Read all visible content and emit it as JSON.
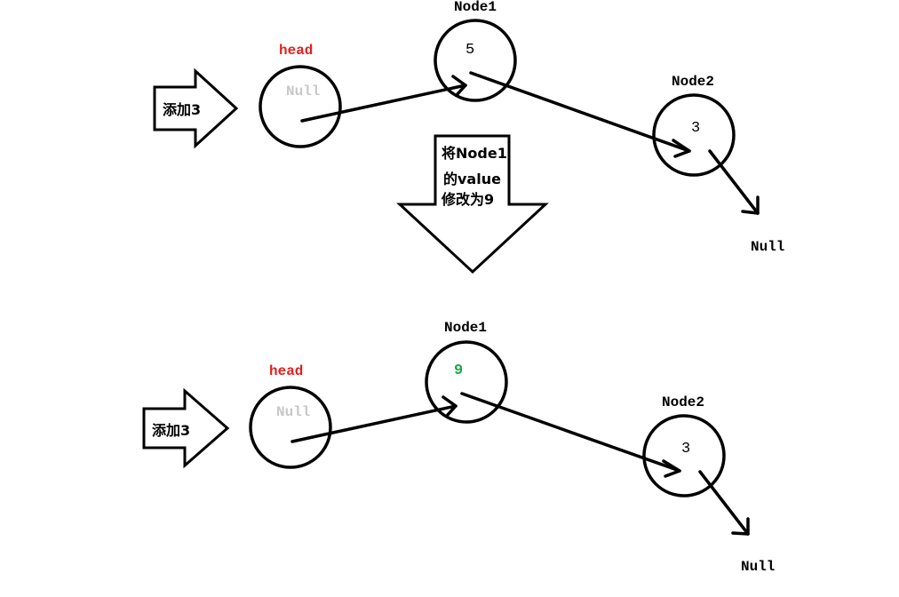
{
  "top": {
    "add_label": "添加3",
    "head_label": "head",
    "head_value": "Null",
    "node1_label": "Node1",
    "node1_value": "5",
    "node2_label": "Node2",
    "node2_value": "3",
    "tail_label": "Null"
  },
  "transition": {
    "line1": "将Node1",
    "line2": "的value",
    "line3": "修改为9"
  },
  "bottom": {
    "add_label": "添加3",
    "head_label": "head",
    "head_value": "Null",
    "node1_label": "Node1",
    "node1_value": "9",
    "node2_label": "Node2",
    "node2_value": "3",
    "tail_label": "Null"
  },
  "colors": {
    "head_label": "#e02020",
    "null_value": "#c8c8c8",
    "updated_value": "#1aa84a"
  }
}
